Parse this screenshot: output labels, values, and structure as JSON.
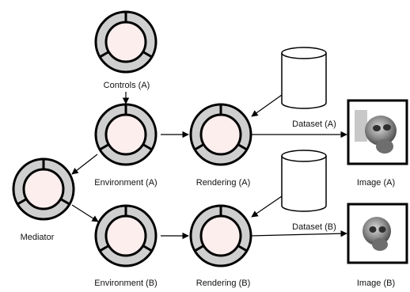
{
  "diagram": {
    "nodes": {
      "controls_a": {
        "label": "Controls (A)",
        "type": "component"
      },
      "environment_a": {
        "label": "Environment (A)",
        "type": "component"
      },
      "rendering_a": {
        "label": "Rendering (A)",
        "type": "component"
      },
      "mediator": {
        "label": "Mediator",
        "type": "component"
      },
      "environment_b": {
        "label": "Environment (B)",
        "type": "component"
      },
      "rendering_b": {
        "label": "Rendering (B)",
        "type": "component"
      },
      "dataset_a": {
        "label": "Dataset (A)",
        "type": "database"
      },
      "dataset_b": {
        "label": "Dataset (B)",
        "type": "database"
      },
      "image_a": {
        "label": "Image (A)",
        "type": "image",
        "depicts": "skull-render"
      },
      "image_b": {
        "label": "Image (B)",
        "type": "image",
        "depicts": "skull-render"
      }
    },
    "edges": [
      {
        "from": "controls_a",
        "to": "environment_a"
      },
      {
        "from": "environment_a",
        "to": "rendering_a"
      },
      {
        "from": "environment_a",
        "to": "mediator"
      },
      {
        "from": "mediator",
        "to": "environment_b"
      },
      {
        "from": "environment_b",
        "to": "rendering_b"
      },
      {
        "from": "dataset_a",
        "to": "rendering_a"
      },
      {
        "from": "dataset_b",
        "to": "rendering_b"
      },
      {
        "from": "rendering_a",
        "to": "image_a"
      },
      {
        "from": "rendering_b",
        "to": "image_b"
      }
    ],
    "colors": {
      "ring": "#cfcfcf",
      "core": "#fdeeee",
      "stroke": "#000000"
    }
  }
}
